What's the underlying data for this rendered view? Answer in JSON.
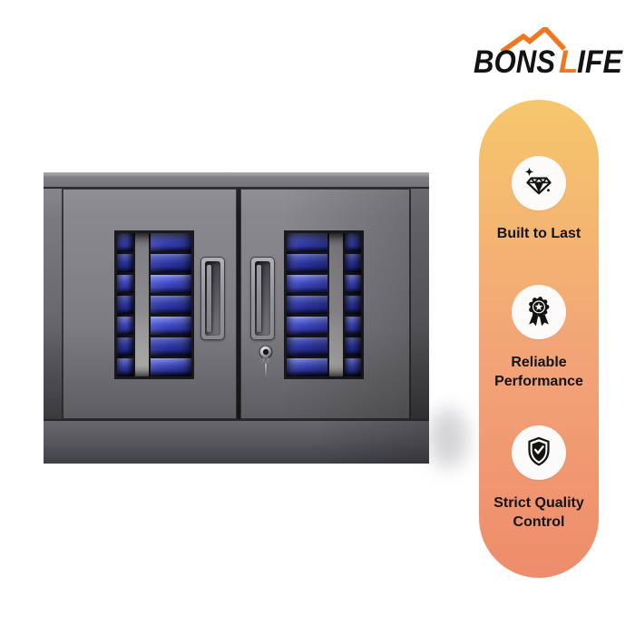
{
  "page": {
    "background_color": "#FFFFFF"
  },
  "brand": {
    "name": "BONSLIFE",
    "logo_text_left": "BONS",
    "logo_accent_letter": "L",
    "logo_text_right": "IFE",
    "accent_color": "#F0761F",
    "text_color": "#131313"
  },
  "features_panel": {
    "gradient_top": "#F6C76C",
    "gradient_bottom": "#EE8C6B",
    "badge_circle_color": "#FCFBF9",
    "badges": [
      {
        "icon": "diamond-icon",
        "lines": [
          "Built to Last"
        ]
      },
      {
        "icon": "medal-icon",
        "lines": [
          "Reliable",
          "Performance"
        ]
      },
      {
        "icon": "shield-check-icon",
        "lines": [
          "Strict Quality",
          "Control"
        ]
      }
    ]
  },
  "product_image": {
    "description": "Two-door grey metal cabinet with viewing windows showing blue drawers, recessed handles and a key lock",
    "window_rows": 7,
    "drawer_color": "#4550CC",
    "body_color": "#7F7F84",
    "base_color": "#48484F"
  }
}
